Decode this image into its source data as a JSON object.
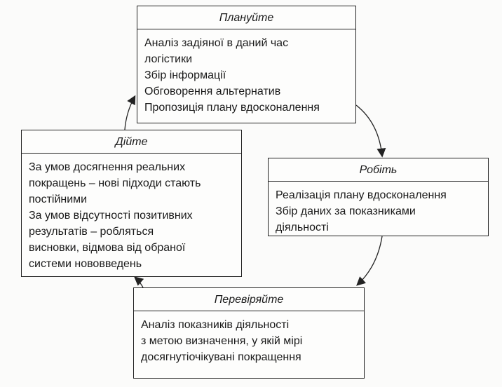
{
  "plan": {
    "title": "Плануйте",
    "items": [
      "Аналіз задіяної в даний час",
      "логістики",
      "Збір інформації",
      "Обговорення альтернатив",
      "Пропозиція плану вдосконалення"
    ]
  },
  "act": {
    "title": "Дійте",
    "items": [
      "За умов досягнення реальних",
      "покращень – нові підходи стають",
      "постійними",
      "За умов відсутності позитивних",
      "результатів – робляться",
      "висновки, відмова від обраної",
      "системи нововведень"
    ]
  },
  "do": {
    "title": "Робіть",
    "items": [
      "Реалізація плану вдосконалення",
      "Збір даних за показниками",
      "діяльності"
    ]
  },
  "check": {
    "title": "Перевіряйте",
    "items": [
      "Аналіз показників діяльності",
      "з метою визначення, у якій мірі",
      "досягнутіочікувані покращення"
    ]
  }
}
